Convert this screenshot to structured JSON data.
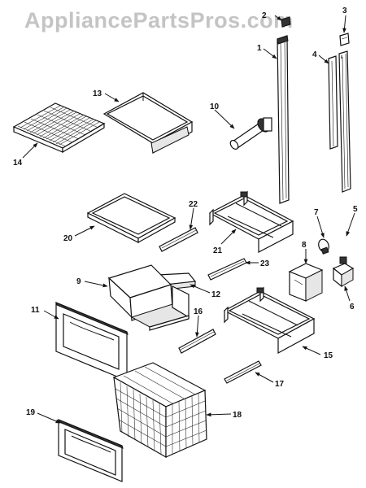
{
  "watermark": "AppliancePartsPros.com",
  "part_numbers": [
    "1",
    "2",
    "3",
    "4",
    "5",
    "6",
    "7",
    "8",
    "9",
    "10",
    "11",
    "12",
    "13",
    "14",
    "15",
    "16",
    "17",
    "18",
    "19",
    "20",
    "21",
    "22",
    "23"
  ],
  "icons": [
    "shelf-icon",
    "drawer-icon",
    "basket-icon",
    "trim-strip-icon",
    "bracket-icon"
  ]
}
